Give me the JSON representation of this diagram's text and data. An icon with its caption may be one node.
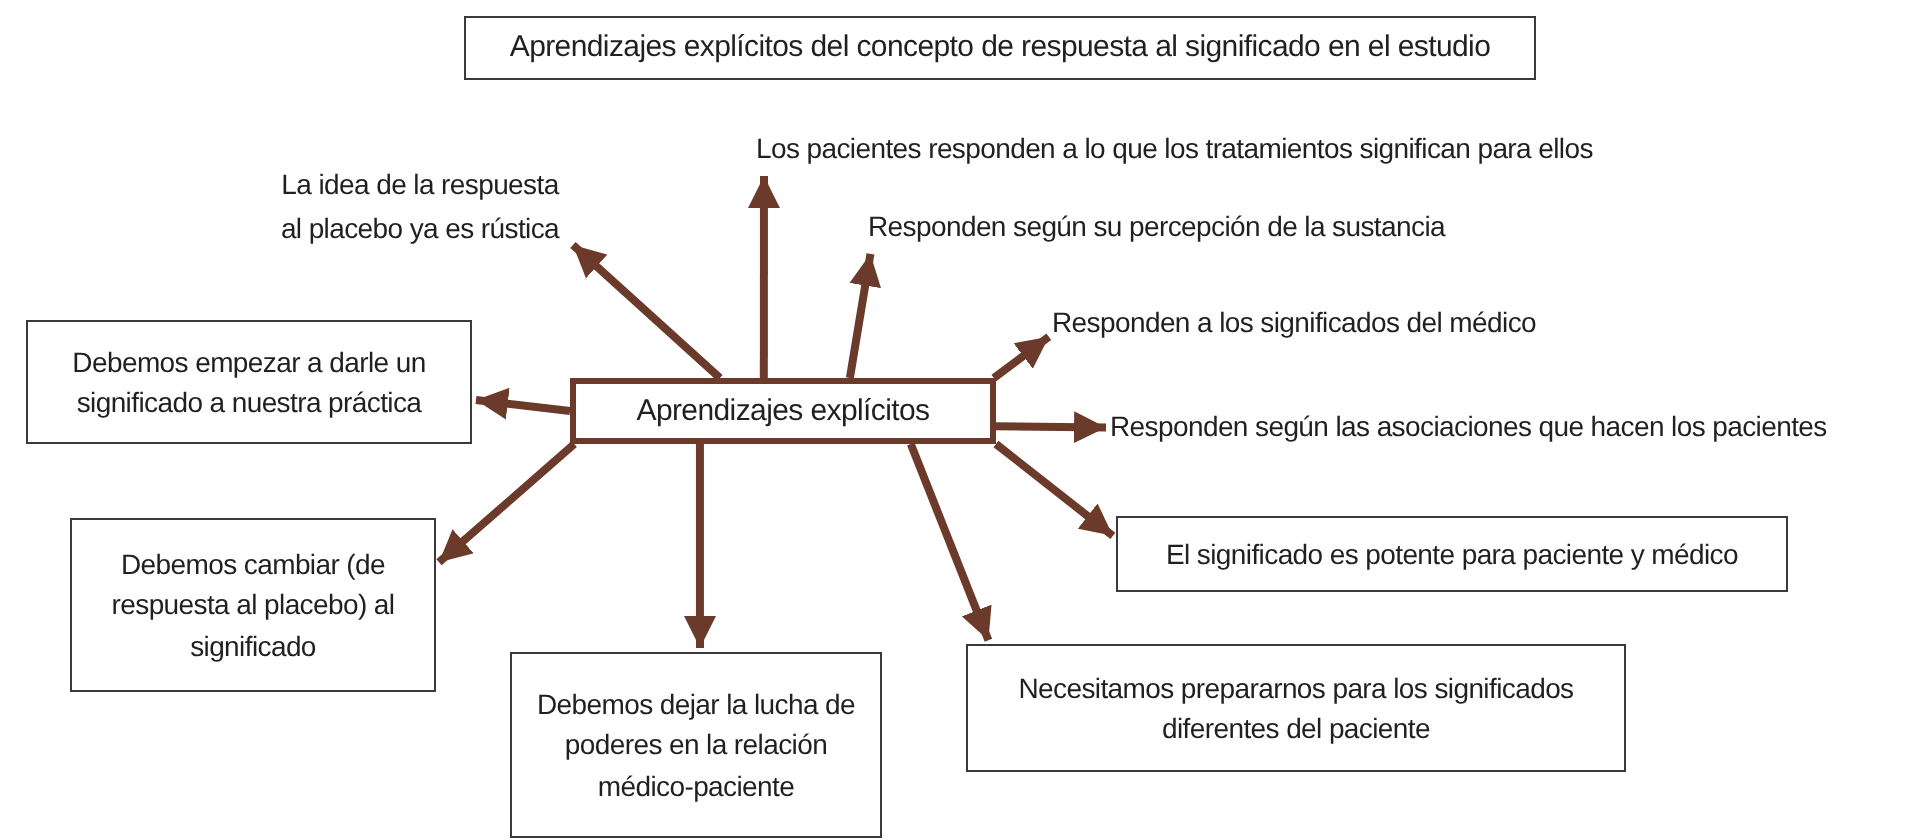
{
  "diagram": {
    "nodes": [
      {
        "text": [
          "Aprendizajes explícitos del concepto de respuesta al significado en el estudio"
        ]
      },
      {
        "text": [
          "Aprendizajes explícitos"
        ]
      },
      {
        "text": [
          "La idea de la respuesta al placebo ya es rústica"
        ]
      },
      {
        "text": [
          "Los pacientes responden a lo que los tratamientos significan para ellos"
        ]
      },
      {
        "text": [
          "Responden según su percepción de la sustancia"
        ]
      },
      {
        "text": [
          "Responden a los significados del médico"
        ]
      },
      {
        "text": [
          "Debemos empezar a darle un significado a nuestra práctica"
        ]
      },
      {
        "text": [
          "Responden según las asociaciones que hacen los pacientes"
        ]
      },
      {
        "text": [
          "Debemos cambiar (de respuesta al placebo) al significado"
        ]
      },
      {
        "text": [
          "El significado es potente para paciente y médico"
        ]
      },
      {
        "text": [
          "Debemos dejar la lucha de poderes en la relación médico-paciente"
        ]
      },
      {
        "text": [
          "Necesitamos prepararnos para los significados diferentes del paciente"
        ]
      }
    ],
    "edges": [
      {
        "from": 1,
        "to": 2,
        "arrow": "to"
      },
      {
        "from": 1,
        "to": 3,
        "arrow": "to"
      },
      {
        "from": 1,
        "to": 4,
        "arrow": "to"
      },
      {
        "from": 1,
        "to": 5,
        "arrow": "to"
      },
      {
        "from": 1,
        "to": 6,
        "arrow": "to"
      },
      {
        "from": 1,
        "to": 7,
        "arrow": "to"
      },
      {
        "from": 1,
        "to": 8,
        "arrow": "to"
      },
      {
        "from": 1,
        "to": 9,
        "arrow": "to"
      },
      {
        "from": 1,
        "to": 10,
        "arrow": "to"
      },
      {
        "from": 1,
        "to": 11,
        "arrow": "to"
      }
    ]
  }
}
